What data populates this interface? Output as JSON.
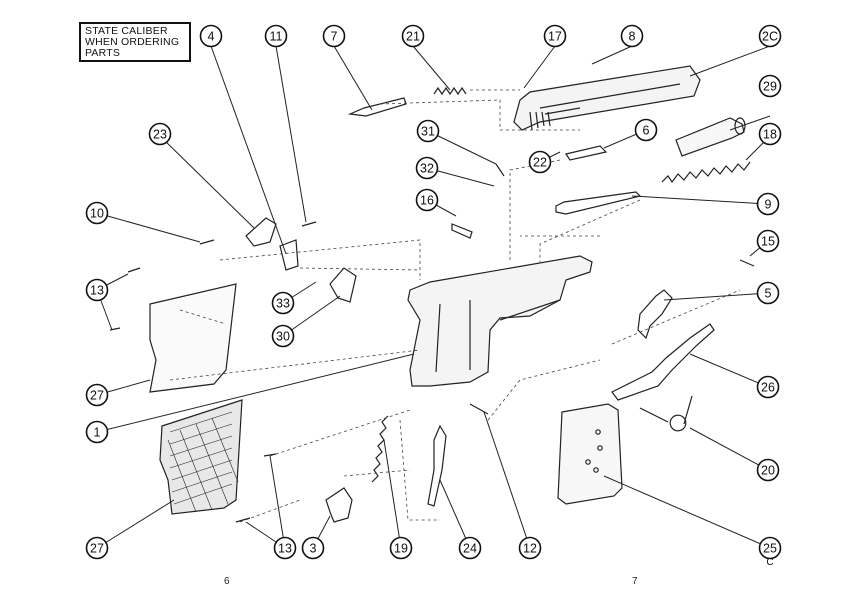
{
  "notice": {
    "lines": [
      "STATE CALIBER",
      "WHEN ORDERING",
      "PARTS"
    ]
  },
  "pages": {
    "left": "6",
    "right": "7"
  },
  "callouts": [
    "4",
    "11",
    "7",
    "21",
    "17",
    "8",
    "2C",
    "29",
    "18",
    "23",
    "31",
    "6",
    "22",
    "32",
    "16",
    "9",
    "10",
    "15",
    "13",
    "33",
    "5",
    "30",
    "27",
    "26",
    "1",
    "20",
    "27",
    "13",
    "3",
    "19",
    "24",
    "12",
    "25",
    "C"
  ]
}
